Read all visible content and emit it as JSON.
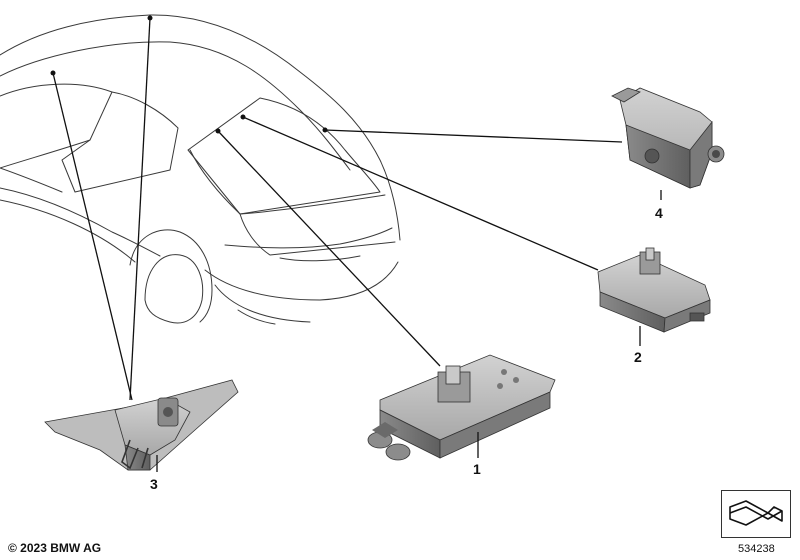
{
  "callouts": [
    {
      "id": "1",
      "label": "1"
    },
    {
      "id": "2",
      "label": "2"
    },
    {
      "id": "3",
      "label": "3"
    },
    {
      "id": "4",
      "label": "4"
    }
  ],
  "footer": {
    "copyright": "© 2023 BMW AG",
    "diagram_number": "534238"
  },
  "icons": {
    "navigation": "arrow-step-icon"
  },
  "colors": {
    "part_fill": "#b3b3b3",
    "part_dark": "#6e6e6e",
    "line": "#111111"
  }
}
